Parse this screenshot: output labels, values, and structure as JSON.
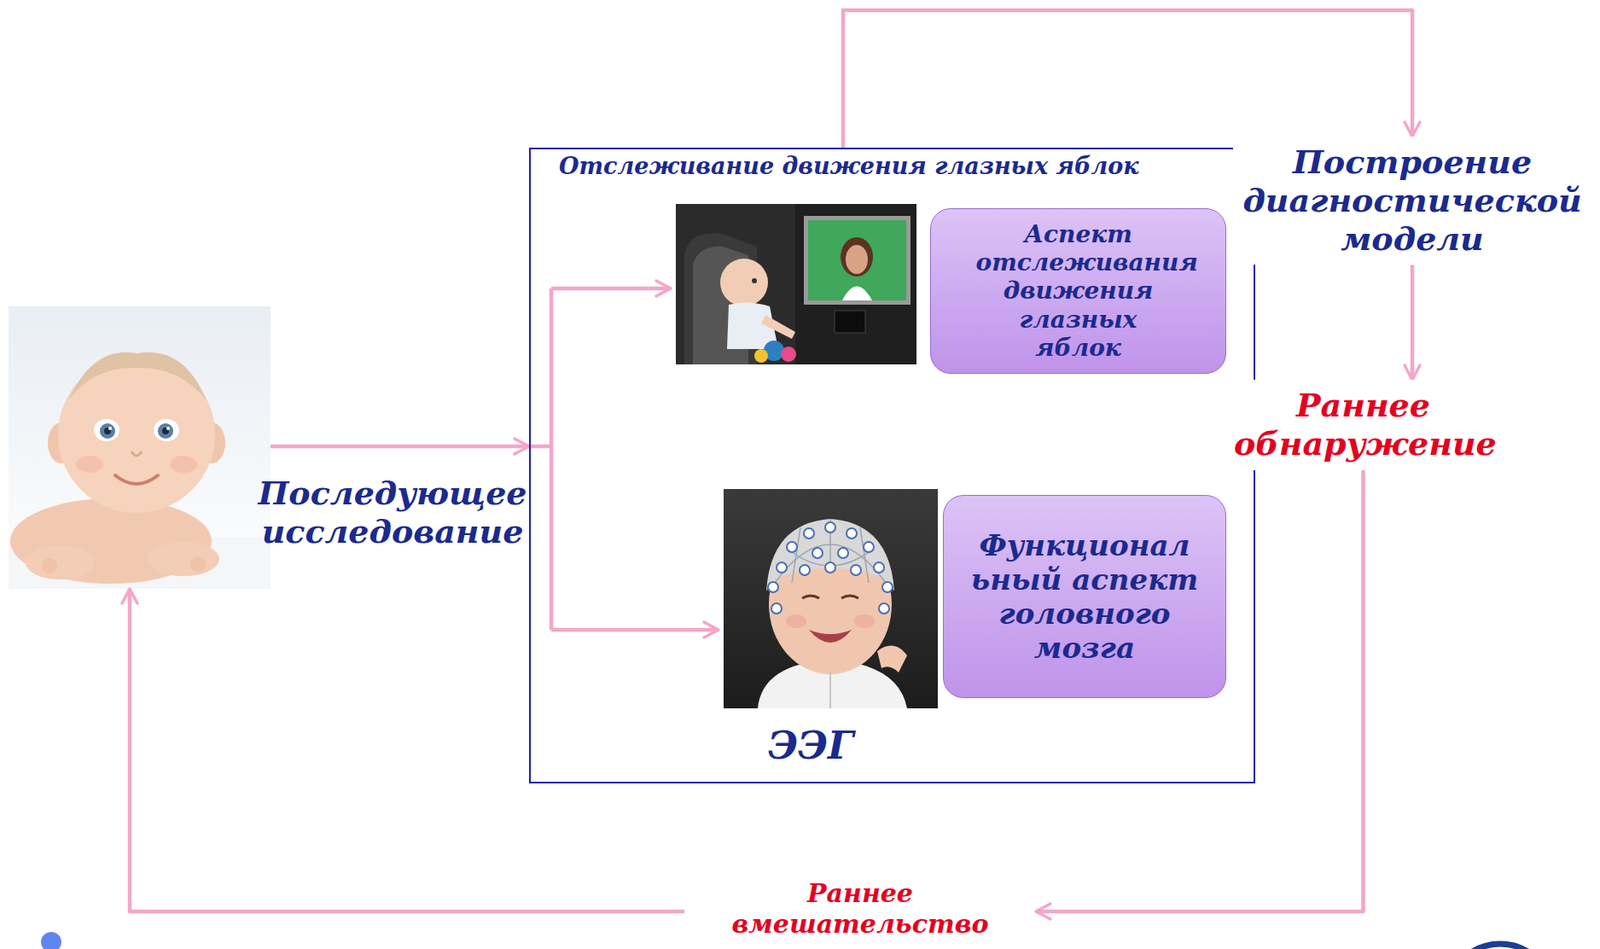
{
  "diagram": {
    "nodes": [
      {
        "text": [
          "Последующее исследование"
        ]
      },
      {
        "text": [
          "Отслеживание движения глазных яблок"
        ]
      },
      {
        "text": [
          "Аспект отслеживания движения глазных яблок"
        ],
        "in": 1
      },
      {
        "text": [
          "Функционал ьный аспект головного мозга"
        ],
        "in": 1
      },
      {
        "text": [
          "Построение диагностической модели"
        ]
      },
      {
        "text": [
          "Раннее обнаружение"
        ]
      },
      {
        "text": [
          "Раннее вмешательство"
        ]
      }
    ],
    "edges": [
      {
        "from": 0,
        "to": 1,
        "arrow": "to"
      },
      {
        "from": 1,
        "to": 4,
        "arrow": "to"
      },
      {
        "from": 4,
        "to": 5,
        "arrow": "to"
      },
      {
        "from": 5,
        "to": 6,
        "arrow": "to"
      },
      {
        "from": 6,
        "to": 0,
        "arrow": "to"
      }
    ],
    "labels": [
      "ЭЭГ"
    ]
  }
}
